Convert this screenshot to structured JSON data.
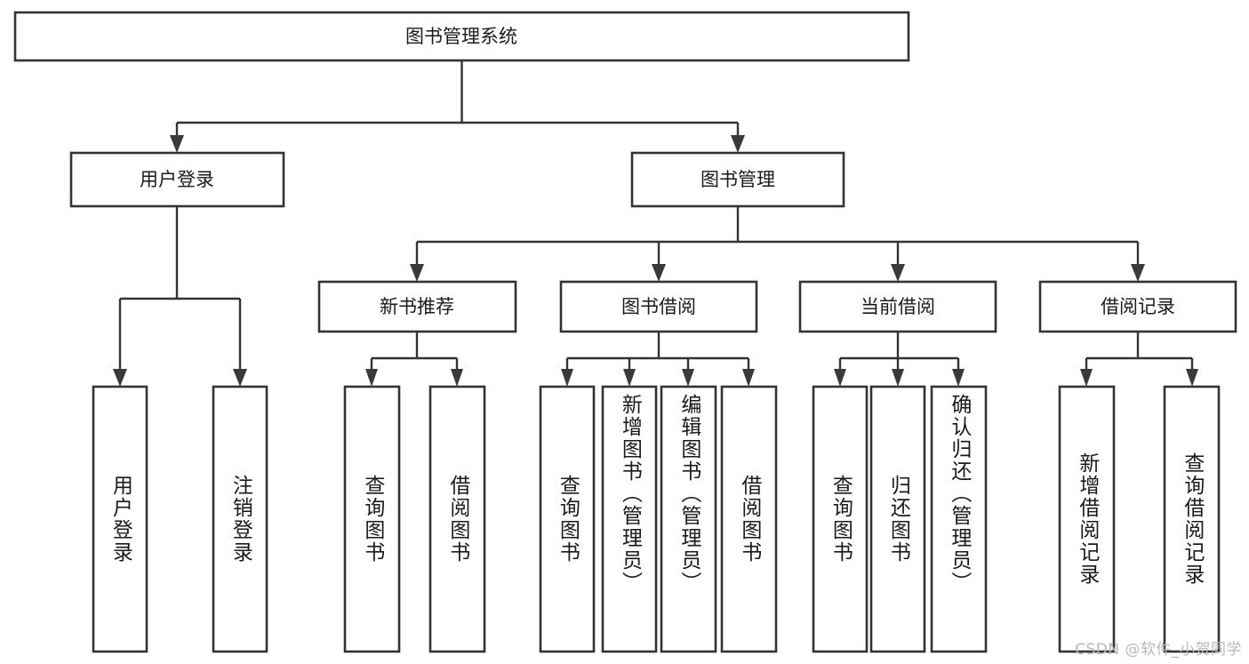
{
  "diagram": {
    "title": "图书管理系统",
    "type": "tree-hierarchy",
    "root": {
      "label": "图书管理系统"
    },
    "level2": [
      {
        "label": "用户登录"
      },
      {
        "label": "图书管理"
      }
    ],
    "level3": [
      {
        "label": "新书推荐"
      },
      {
        "label": "图书借阅"
      },
      {
        "label": "当前借阅"
      },
      {
        "label": "借阅记录"
      }
    ],
    "leaves": {
      "user_login": [
        {
          "label": "用户登录"
        },
        {
          "label": "注销登录"
        }
      ],
      "new_book_recommend": [
        {
          "label": "查询图书"
        },
        {
          "label": "借阅图书"
        }
      ],
      "book_borrow": [
        {
          "label": "查询图书"
        },
        {
          "label": "新增图书（管理员）"
        },
        {
          "label": "编辑图书（管理员）"
        },
        {
          "label": "借阅图书"
        }
      ],
      "current_borrow": [
        {
          "label": "查询图书"
        },
        {
          "label": "归还图书"
        },
        {
          "label": "确认归还（管理员）"
        }
      ],
      "borrow_record": [
        {
          "label": "新增借阅记录"
        },
        {
          "label": "查询借阅记录"
        }
      ]
    }
  },
  "watermark": {
    "text": "CSDN @软件_小贺同学"
  },
  "colors": {
    "box_stroke": "#333333",
    "box_fill": "#ffffff",
    "text": "#1a1a1a",
    "watermark": "#b9b9b9",
    "background": "#ffffff"
  }
}
